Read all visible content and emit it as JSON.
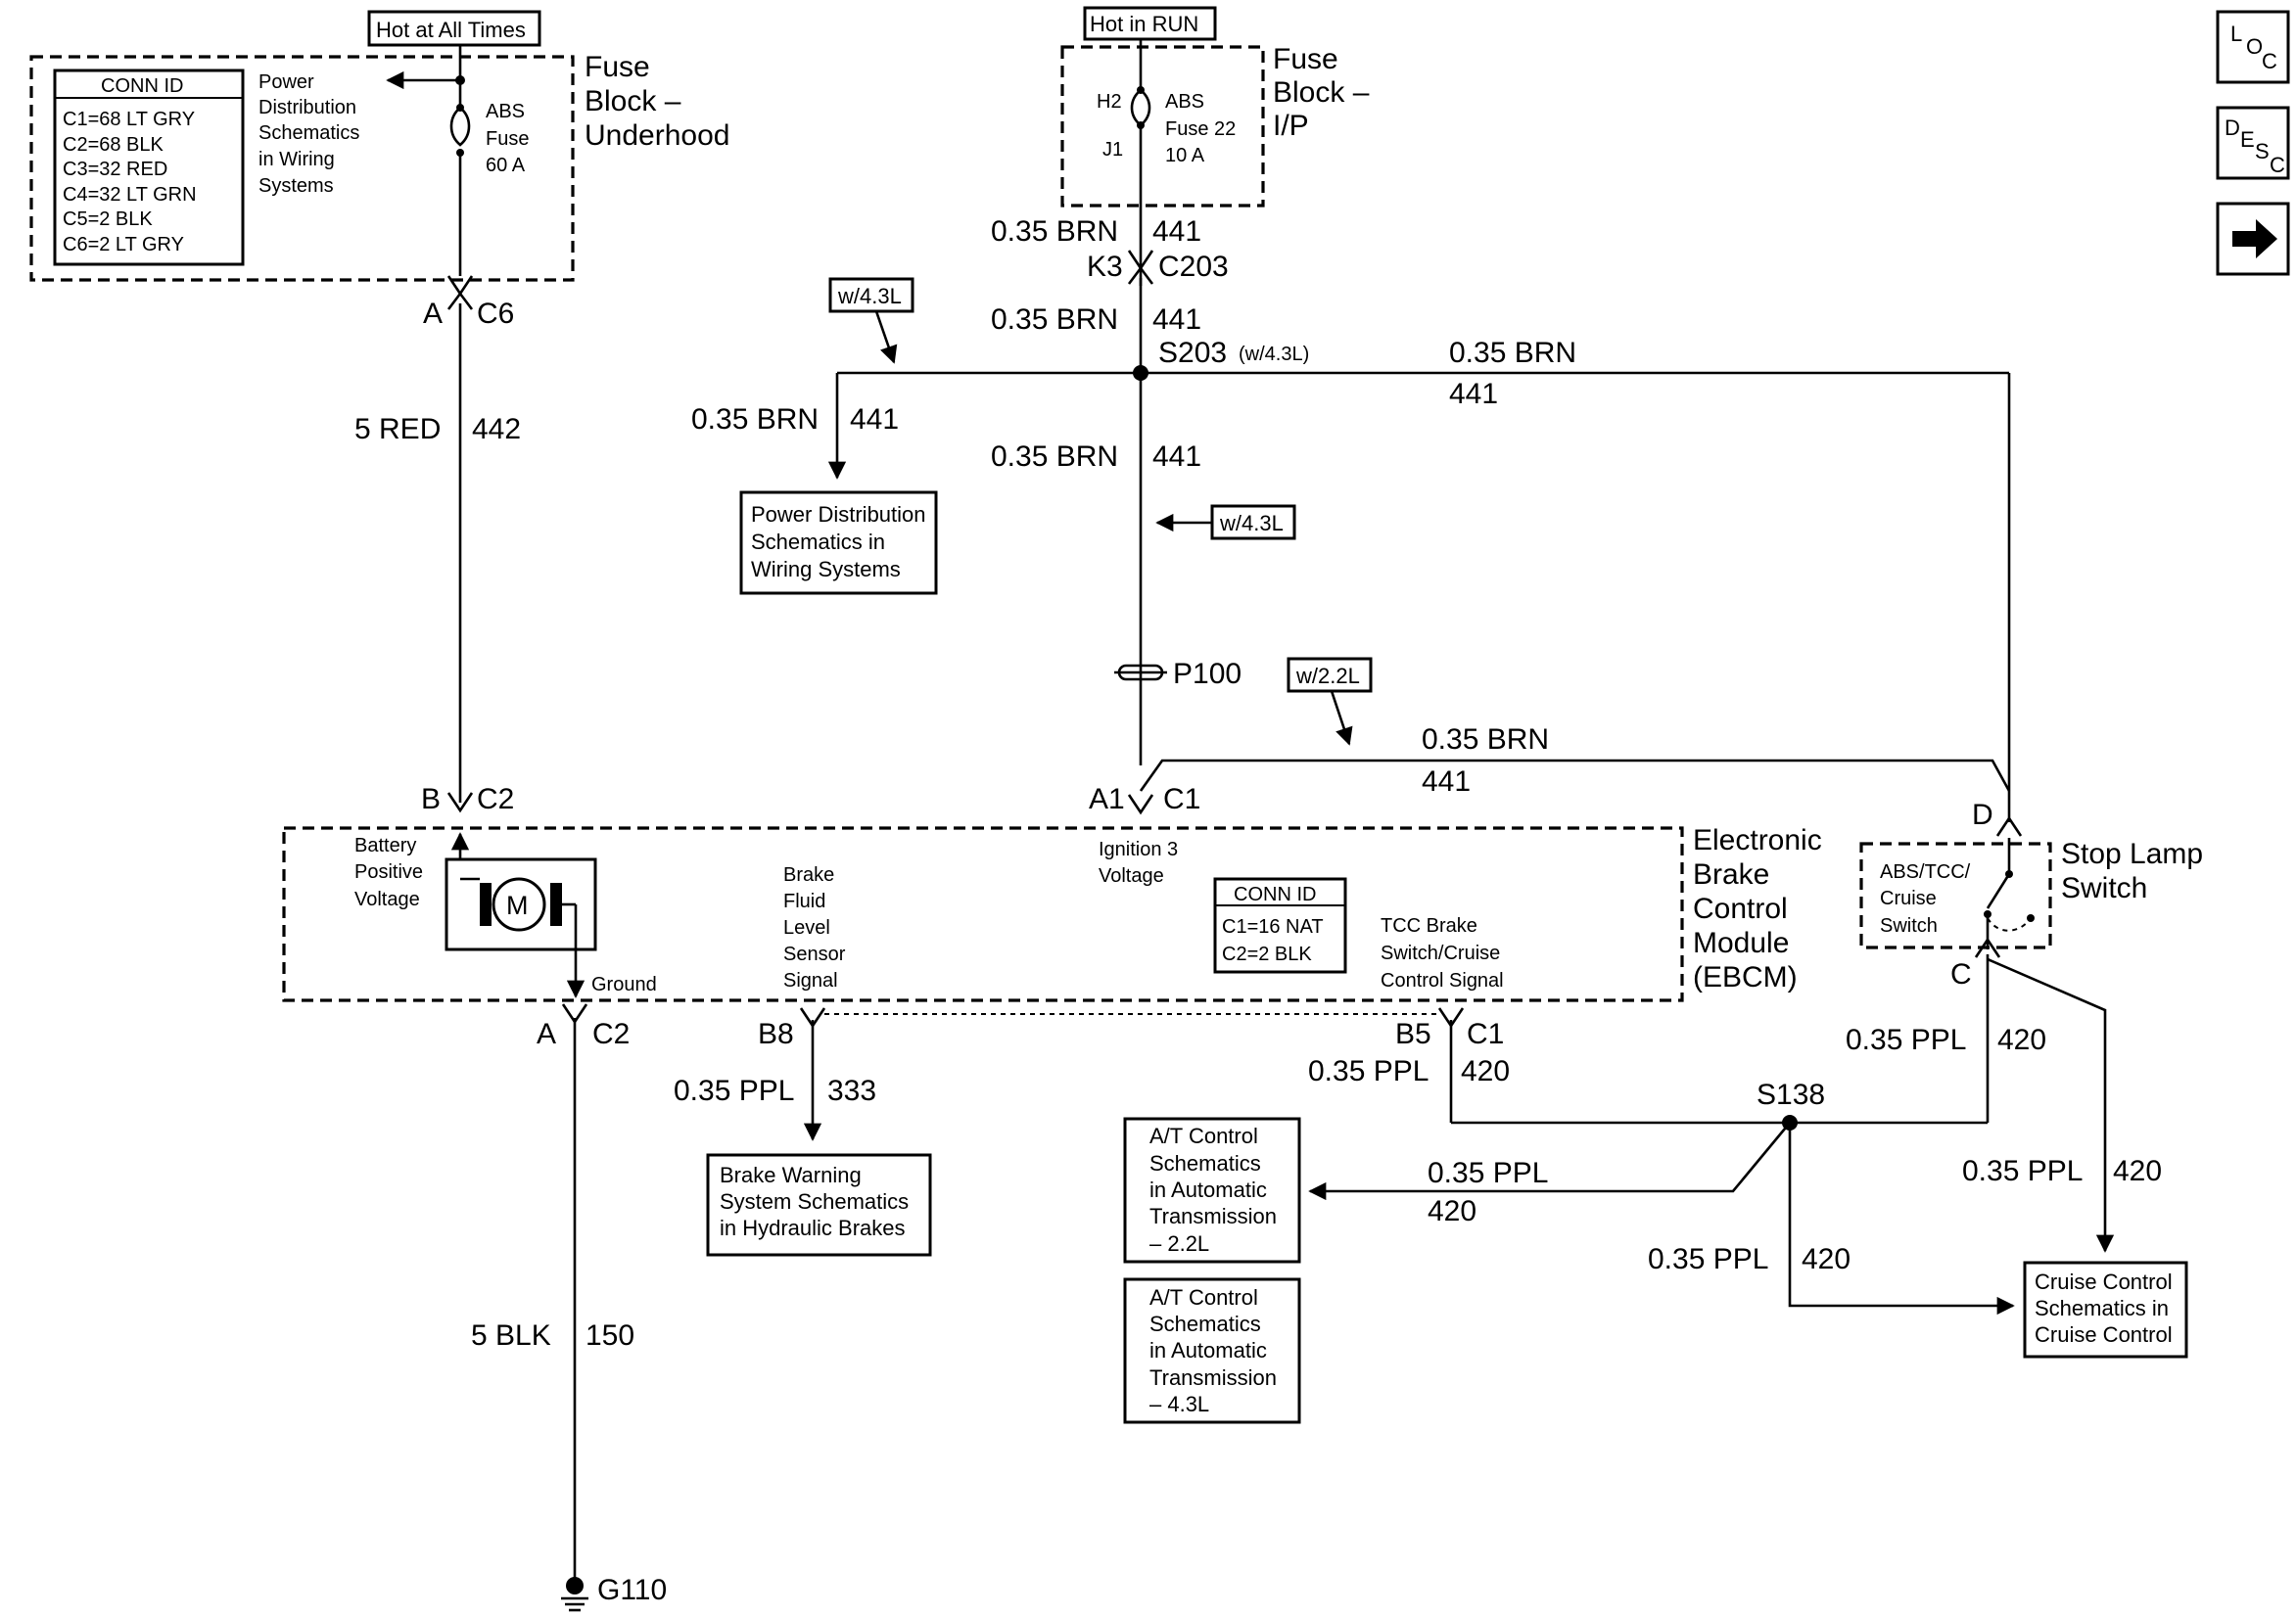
{
  "nav": {
    "loc": {
      "l1": "L",
      "l2": "O",
      "l3": "C"
    },
    "desc": {
      "l1": "D",
      "l2": "E",
      "l3": "S",
      "l4": "C"
    }
  },
  "fuse_underhood": {
    "tag": "Hot at All Times",
    "title1": "Fuse",
    "title2": "Block –",
    "title3": "Underhood",
    "conn_id_header": "CONN ID",
    "conn_ids": [
      "C1=68 LT GRY",
      "C2=68 BLK",
      "C3=32 RED",
      "C4=32 LT GRN",
      "C5=2 BLK",
      "C6=2 LT GRY"
    ],
    "ref": [
      "Power",
      "Distribution",
      "Schematics",
      "in Wiring",
      "Systems"
    ],
    "fuse": [
      "ABS",
      "Fuse",
      "60 A"
    ],
    "pin": "A",
    "connector": "C6"
  },
  "fuse_ip": {
    "tag": "Hot in RUN",
    "title1": "Fuse",
    "title2": "Block –",
    "title3": "I/P",
    "pin_top": "H2",
    "pin_bottom": "J1",
    "fuse": [
      "ABS",
      "Fuse 22",
      "10 A"
    ]
  },
  "wires": {
    "w441_a": {
      "gauge": "0.35 BRN",
      "circuit": "441"
    },
    "c203": {
      "pin": "K3",
      "connector": "C203"
    },
    "w441_b": {
      "gauge": "0.35 BRN",
      "circuit": "441"
    },
    "s203": {
      "splice": "S203",
      "option": "(w/4.3L)"
    },
    "w441_right": {
      "gauge": "0.35 BRN",
      "circuit": "441"
    },
    "w441_left": {
      "gauge": "0.35 BRN",
      "circuit": "441"
    },
    "w441_c": {
      "gauge": "0.35 BRN",
      "circuit": "441"
    },
    "w441_22": {
      "gauge": "0.35 BRN",
      "circuit": "441"
    },
    "w442": {
      "gauge": "5 RED",
      "circuit": "442"
    },
    "w150": {
      "gauge": "5 BLK",
      "circuit": "150"
    },
    "w333": {
      "gauge": "0.35 PPL",
      "circuit": "333"
    },
    "w420_c1": {
      "gauge": "0.35 PPL",
      "circuit": "420"
    },
    "w420_stop": {
      "gauge": "0.35 PPL",
      "circuit": "420"
    },
    "w420_at": {
      "gauge": "0.35 PPL",
      "circuit": "420"
    },
    "w420_s138_down": {
      "gauge": "0.35 PPL",
      "circuit": "420"
    },
    "w420_cruise": {
      "gauge": "0.35 PPL",
      "circuit": "420"
    }
  },
  "options": {
    "opt_43_a": "w/4.3L",
    "opt_43_b": "w/4.3L",
    "opt_22": "w/2.2L"
  },
  "p100": "P100",
  "s138": "S138",
  "g110": "G110",
  "power_dist_ref": [
    "Power Distribution",
    "Schematics in",
    "Wiring Systems"
  ],
  "ebcm": {
    "title": [
      "Electronic",
      "Brake",
      "Control",
      "Module",
      "(EBCM)"
    ],
    "battery": [
      "Battery",
      "Positive",
      "Voltage"
    ],
    "motor": "M",
    "ground": "Ground",
    "brake_fluid": [
      "Brake",
      "Fluid",
      "Level",
      "Sensor",
      "Signal"
    ],
    "ignition": [
      "Ignition 3",
      "Voltage"
    ],
    "conn_id_header": "CONN ID",
    "conn_ids": [
      "C1=16 NAT",
      "C2=2 BLK"
    ],
    "tcc": [
      "TCC Brake",
      "Switch/Cruise",
      "Control Signal"
    ],
    "pin_b": "B",
    "conn_b": "C2",
    "pin_a1": "A1",
    "conn_a1": "C1",
    "pin_a": "A",
    "conn_a": "C2",
    "pin_b8": "B8",
    "pin_b5": "B5",
    "conn_b5": "C1"
  },
  "stop_lamp": {
    "title": [
      "Stop Lamp",
      "Switch"
    ],
    "inner": [
      "ABS/TCC/",
      "Cruise",
      "Switch"
    ],
    "pin_d": "D",
    "pin_c": "C"
  },
  "refs": {
    "brake_warning": [
      "Brake Warning",
      "System Schematics",
      "in Hydraulic Brakes"
    ],
    "at_22": [
      "A/T Control",
      "Schematics",
      "in Automatic",
      "Transmission",
      "– 2.2L"
    ],
    "at_43": [
      "A/T Control",
      "Schematics",
      "in Automatic",
      "Transmission",
      "– 4.3L"
    ],
    "cruise": [
      "Cruise Control",
      "Schematics in",
      "Cruise Control"
    ]
  }
}
